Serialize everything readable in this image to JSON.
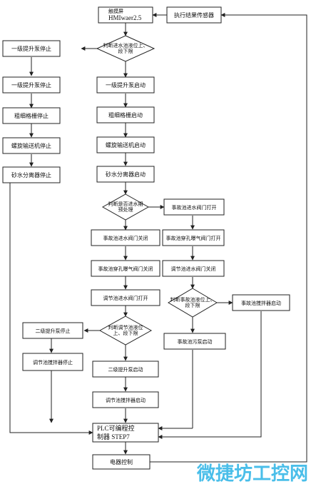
{
  "flowchart": {
    "nodes": {
      "hmi": "触摸屏 HMIwaer2.5",
      "sensor": "执行结果传感器",
      "d1": "判断进水池液位上、段下限",
      "stop1": "一级提升泵停止",
      "stop1b": "一级提升泵停止",
      "stopGrid": "粗细格栅停止",
      "stopSpiral": "螺旋输送机停止",
      "stopSand": "砂水分离器停止",
      "start1": "一级提升泵启动",
      "startGrid": "粗细格栅启动",
      "startSpiral": "螺旋输送机启动",
      "startSand": "砂水分离器启动",
      "d2": "判断是否进水期预处理",
      "openInlet": "事故池进水阀门打开",
      "closeInlet": "事故池进水阀门关闭",
      "closeAir": "事故池穿孔曝气阀门关闭",
      "openAir": "事故池穿孔曝气阀门打开",
      "openReg": "调节池进水阀门打开",
      "closeReg": "调节池进水阀门关闭",
      "d3": "判断调节池液位上、段下限",
      "d4": "判断事故池液位上、段下限",
      "stop2": "二级提升泵停止",
      "stopRegPump": "调节池搅拌器停止",
      "start2": "二级提升泵启动",
      "startRegPump": "调节池搅拌器启动",
      "accStir": "事故池搅拌器启动",
      "accSludge": "事故池污泵启动",
      "plc": "PLC可编程控制器 STEP7",
      "elec": "电器控制"
    },
    "watermark": "微捷坊工控网"
  }
}
